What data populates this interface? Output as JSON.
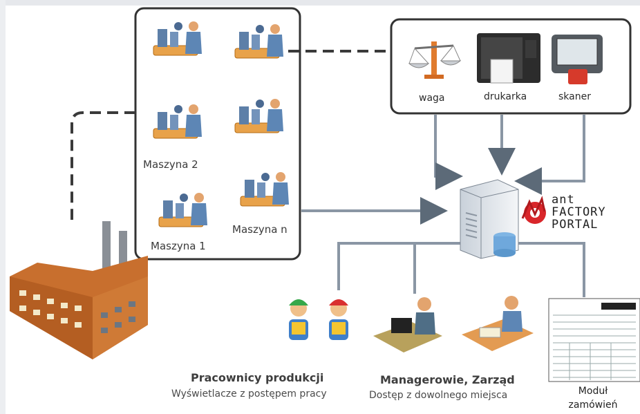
{
  "machines": {
    "machine_2": "Maszyna 2",
    "machine_1": "Maszyna 1",
    "machine_n": "Maszyna n"
  },
  "devices": {
    "scale": "waga",
    "printer": "drukarka",
    "scanner": "skaner"
  },
  "brand": {
    "line1": "ant",
    "line2": "FACTORY",
    "line3": "PORTAL"
  },
  "groups": {
    "production": {
      "title": "Pracownicy produkcji",
      "subtitle": "Wyświetlacze z postępem pracy"
    },
    "managers": {
      "title": "Managerowie, Zarząd",
      "subtitle": "Dostęp z dowolnego miejsca"
    },
    "orders": {
      "line1": "Moduł",
      "line2": "zamówień"
    }
  },
  "colors": {
    "line": "#8a96a4",
    "box_border": "#333333",
    "brand_red": "#d9262a"
  }
}
